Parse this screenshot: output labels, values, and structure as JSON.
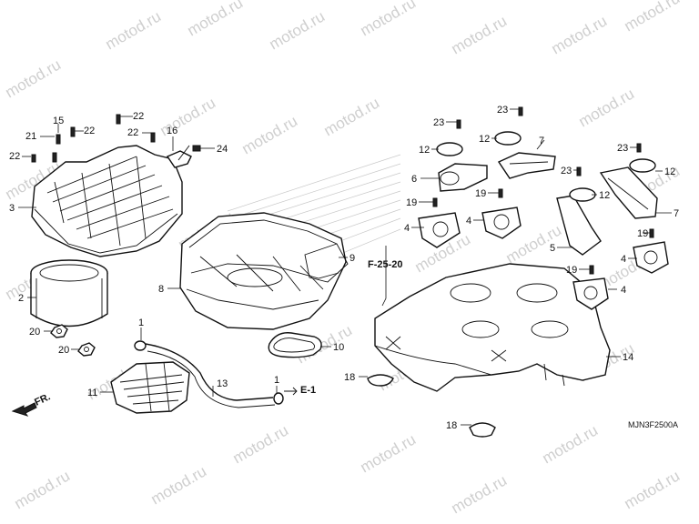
{
  "watermark": "motod.ru",
  "diagram_code": "MJN3F2500A",
  "direction_label": "FR.",
  "references": [
    "F-25-20",
    "E-1"
  ],
  "callouts": [
    {
      "id": "c-2",
      "text": "2"
    },
    {
      "id": "c-3",
      "text": "3"
    },
    {
      "id": "c-15",
      "text": "15"
    },
    {
      "id": "c-21",
      "text": "21"
    },
    {
      "id": "c-22a",
      "text": "22"
    },
    {
      "id": "c-22b",
      "text": "22"
    },
    {
      "id": "c-22c",
      "text": "22"
    },
    {
      "id": "c-22d",
      "text": "22"
    },
    {
      "id": "c-16",
      "text": "16"
    },
    {
      "id": "c-24",
      "text": "24"
    },
    {
      "id": "c-20a",
      "text": "20"
    },
    {
      "id": "c-20b",
      "text": "20"
    },
    {
      "id": "c-1a",
      "text": "1"
    },
    {
      "id": "c-1b",
      "text": "1"
    },
    {
      "id": "c-8",
      "text": "8"
    },
    {
      "id": "c-9",
      "text": "9"
    },
    {
      "id": "c-10",
      "text": "10"
    },
    {
      "id": "c-11",
      "text": "11"
    },
    {
      "id": "c-13",
      "text": "13"
    },
    {
      "id": "c-14",
      "text": "14"
    },
    {
      "id": "c-18a",
      "text": "18"
    },
    {
      "id": "c-18b",
      "text": "18"
    },
    {
      "id": "c-23a",
      "text": "23"
    },
    {
      "id": "c-23b",
      "text": "23"
    },
    {
      "id": "c-23c",
      "text": "23"
    },
    {
      "id": "c-23d",
      "text": "23"
    },
    {
      "id": "c-12a",
      "text": "12"
    },
    {
      "id": "c-12b",
      "text": "12"
    },
    {
      "id": "c-12c",
      "text": "12"
    },
    {
      "id": "c-12d",
      "text": "12"
    },
    {
      "id": "c-7a",
      "text": "7"
    },
    {
      "id": "c-7b",
      "text": "7"
    },
    {
      "id": "c-6",
      "text": "6"
    },
    {
      "id": "c-5",
      "text": "5"
    },
    {
      "id": "c-19a",
      "text": "19"
    },
    {
      "id": "c-19b",
      "text": "19"
    },
    {
      "id": "c-19c",
      "text": "19"
    },
    {
      "id": "c-19d",
      "text": "19"
    },
    {
      "id": "c-4a",
      "text": "4"
    },
    {
      "id": "c-4b",
      "text": "4"
    },
    {
      "id": "c-4c",
      "text": "4"
    },
    {
      "id": "c-4d",
      "text": "4"
    }
  ]
}
